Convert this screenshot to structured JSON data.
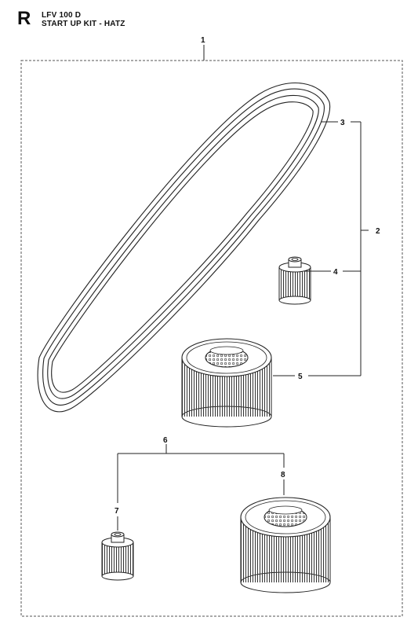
{
  "header": {
    "section_letter": "R",
    "model": "LFV 100 D",
    "kit_title": "START UP KIT - HATZ"
  },
  "callouts": {
    "c1": "1",
    "c2": "2",
    "c3": "3",
    "c4": "4",
    "c5": "5",
    "c6": "6",
    "c7": "7",
    "c8": "8"
  },
  "colors": {
    "line": "#222222",
    "frame": "#555555",
    "background": "#ffffff"
  }
}
